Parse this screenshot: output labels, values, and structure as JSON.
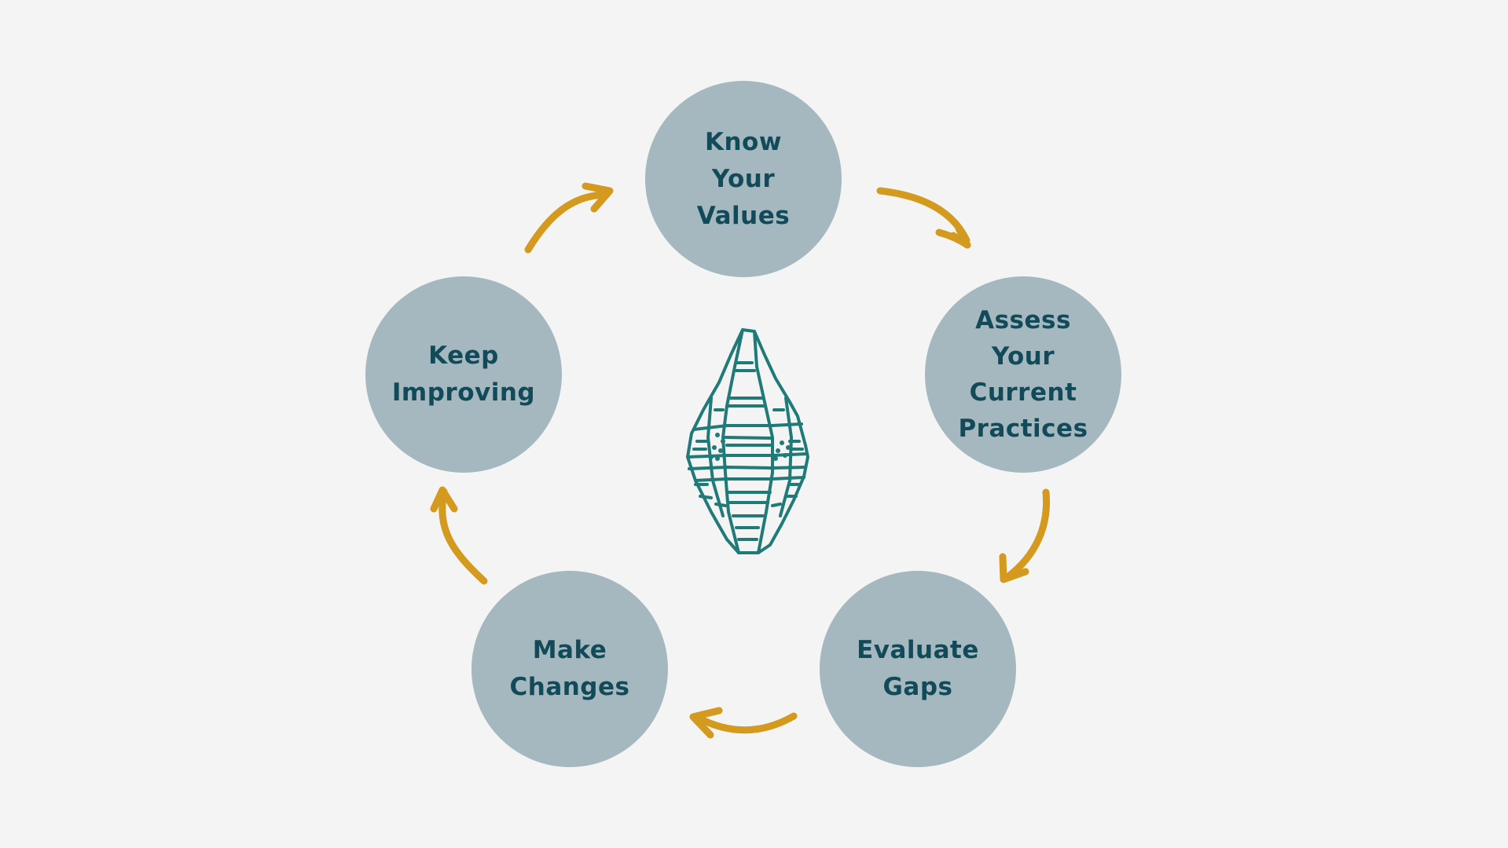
{
  "colors": {
    "background": "#f4f4f4",
    "circle_fill": "#a5b8bf",
    "label_text": "#134a59",
    "arrow": "#d4991f",
    "crystal_stroke": "#1f7a78"
  },
  "cycle": {
    "steps": [
      {
        "id": "know",
        "label": "Know\nYour\nValues"
      },
      {
        "id": "assess",
        "label": "Assess\nYour\nCurrent\nPractices"
      },
      {
        "id": "evaluate",
        "label": "Evaluate\nGaps"
      },
      {
        "id": "make",
        "label": "Make\nChanges"
      },
      {
        "id": "keep",
        "label": "Keep\nImproving"
      }
    ]
  },
  "center_icon": "crystal-illustration"
}
